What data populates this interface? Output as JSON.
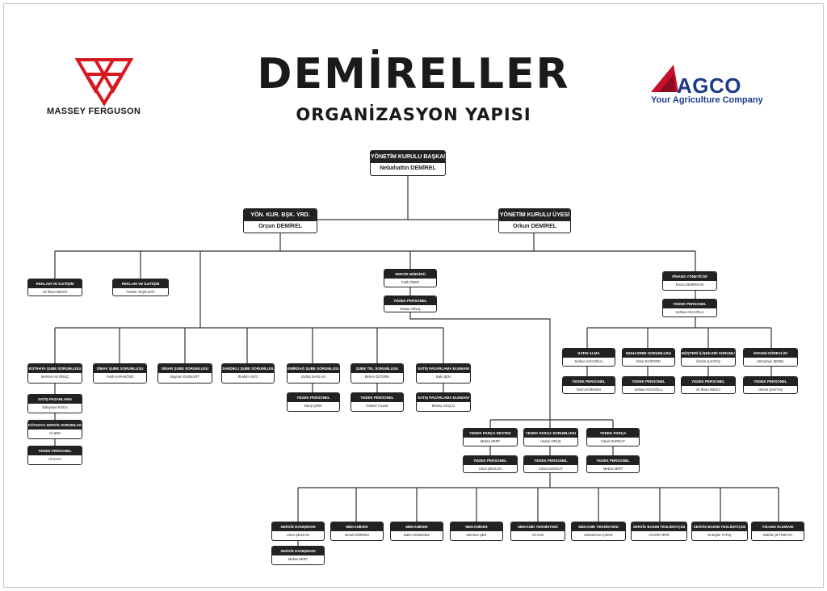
{
  "header": {
    "title": "DEMİRELLER",
    "subtitle": "ORGANİZASYON YAPISI",
    "left_logo_text": "MASSEY FERGUSON",
    "right_logo_word": "AGCO",
    "right_logo_tagline": "Your Agriculture Company",
    "left_logo_icon": "massey-ferguson-triple-triangle-logo",
    "right_logo_icon": "agco-triangle-logo",
    "brand_red": "#d7191f",
    "agco_blue": "#1d3a8a"
  },
  "chart": {
    "top": {
      "role": "YÖNETİM KURULU BAŞKANI",
      "name": "Nebahattin DEMİREL"
    },
    "deputy": {
      "role": "YÖN. KUR. BŞK. YRD.",
      "name": "Orçun DEMİREL"
    },
    "board_member": {
      "role": "YÖNETİM KURULU ÜYESİ",
      "name": "Orkun DEMİREL"
    },
    "ads1": {
      "role": "REKLAM VE İLETİŞİM",
      "name": "Ali İhsan MESCİ"
    },
    "ads2": {
      "role": "REKLAM VE İLETİŞİM",
      "name": "Furkan YEŞİLDAĞ"
    },
    "service_manager": {
      "role": "SERVİS MÜDÜRÜ",
      "name": "Fatih ÖZEN"
    },
    "service_backup": {
      "role": "YEDEK PERSONEL",
      "name": "Hasan ORUÇ"
    },
    "finance_manager": {
      "role": "FİNANS YÖNETİCİSİ",
      "name": "Ercan DEMİRKAN"
    },
    "finance_backup": {
      "role": "YEDEK PERSONEL",
      "name": "Serkan AĞAOĞLU"
    },
    "branches": [
      {
        "role": "KÜTAHYA ŞUBE SORUMLUSU",
        "name": "Mehmet Ali ORUÇ"
      },
      {
        "role": "SİMAV ŞUBE SORUMLUSU",
        "name": "Fatih KARAKÖSE"
      },
      {
        "role": "DİNAR ŞUBE SORUMLUSU",
        "name": "Bayram DOZKURT"
      },
      {
        "role": "SANDIKLI ŞUBE SORUMLUSU",
        "name": "İbrahim AVCI"
      },
      {
        "role": "EMİRDAĞ ŞUBE SORUMLUSU",
        "name": "Erdinç BARLAS"
      },
      {
        "role": "ŞUBE TEL SORUMLUSU",
        "name": "Ekrem ÖZTÜRK"
      },
      {
        "role": "SATIŞ PAZARLAMA ELEMANI",
        "name": "Baki ŞEN"
      }
    ],
    "kutahya_sub": [
      {
        "role": "SATIŞ PAZARLAMA",
        "name": "Süleyman KOCA"
      },
      {
        "role": "KÜTAHYA SERVİS SORUMLUSU",
        "name": "Ali ŞEN"
      },
      {
        "role": "YEDEK PERSONEL",
        "name": "Ali KAYA"
      }
    ],
    "emirdag_backup": {
      "role": "YEDEK PERSONEL",
      "name": "Barış ÇIRIK"
    },
    "tel_backup": {
      "role": "YEDEK PERSONEL",
      "name": "Göksel YILDIZ"
    },
    "sales_extra": {
      "role": "SATIŞ PAZARLAMA ELEMANI",
      "name": "Ekmeç GÜÇLÜ"
    },
    "finance_team": [
      {
        "role": "SATIN ALMA",
        "name": "Serkan AĞAOĞLU"
      },
      {
        "role": "MUHASEBE SORUMLUSU",
        "name": "Ersin EVİRGEN"
      },
      {
        "role": "MÜŞTERİ İLİŞKİLERİ SORUMLUSU",
        "name": "Ümmü ŞAHTAŞ"
      },
      {
        "role": "İKRAMİ GÖREVLİSİ",
        "name": "Ummuhan ŞENEL"
      }
    ],
    "finance_team_backup": [
      {
        "role": "YEDEK PERSONEL",
        "name": "Ersin EVİRGEN"
      },
      {
        "role": "YEDEK PERSONEL",
        "name": "Serkan AĞAOĞLU"
      },
      {
        "role": "YEDEK PERSONEL",
        "name": "Ali İhsan MESCİ"
      },
      {
        "role": "YEDEK PERSONEL",
        "name": "Ümmü ŞAHTAŞ"
      }
    ],
    "parts": [
      {
        "role": "YEDEK PARÇA DESTEK",
        "name": "Melisa SERT"
      },
      {
        "role": "YEDEK PARÇA SORUMLUSU",
        "name": "Hasan ORUÇ"
      },
      {
        "role": "YEDEK PARÇA",
        "name": "Cihan DURGUT"
      }
    ],
    "parts_backup": [
      {
        "role": "YEDEK PERSONEL",
        "name": "Umut ŞENCAN"
      },
      {
        "role": "YEDEK PERSONEL",
        "name": "Cihan DURGUT"
      },
      {
        "role": "YEDEK PERSONEL",
        "name": "Melisa SERT"
      }
    ],
    "service_team": [
      {
        "role": "SERVİS DANIŞMANI",
        "name": "Umut ŞENCAN"
      },
      {
        "role": "MEKANİKER",
        "name": "İsmail GÖRDES"
      },
      {
        "role": "MEKANİKER",
        "name": "Batın GÜDEMEZ"
      },
      {
        "role": "MEKANİKER",
        "name": "Mehmet ŞEN"
      },
      {
        "role": "MEKANİK TEKNİSYENİ",
        "name": "Ali CAN"
      },
      {
        "role": "MEKANİK TEKNİSYENİ",
        "name": "Muhammet ÇINAR"
      },
      {
        "role": "SERVİS BAKIM TESLİMATÇISI",
        "name": "Ali GÖKTEPE"
      },
      {
        "role": "SERVİS BAKIM TESLİMATÇISI",
        "name": "Erdoğan YAPIŞ"
      },
      {
        "role": "YIKAMA ELEMANI",
        "name": "Rahfat ÇETİNKAYA"
      }
    ],
    "service_advisor2": {
      "role": "SERVİS DANIŞMANI",
      "name": "Melisa SERT"
    }
  }
}
